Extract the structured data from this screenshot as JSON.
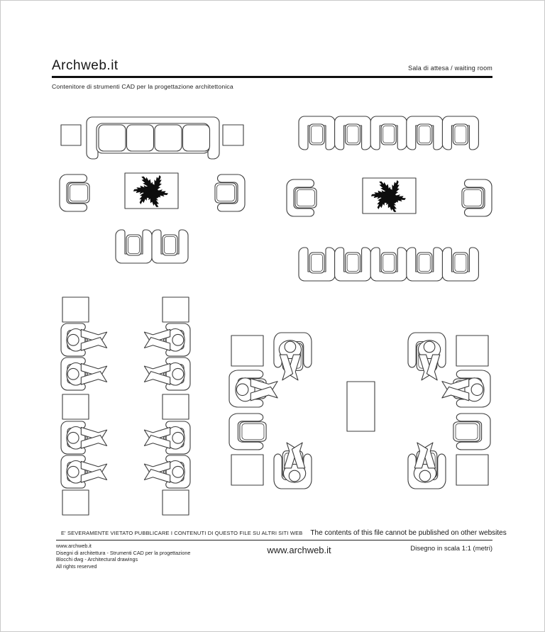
{
  "colors": {
    "line": "#3d3d3d",
    "plant": "#0d0d0d",
    "header_rule": "#101010",
    "text": "#1a1a1a",
    "page_border": "#c9c9c9"
  },
  "header": {
    "title": "Archweb.it",
    "category": "Sala di attesa  /  waiting room",
    "tagline": "Contenitore di strumenti CAD per la progettazione architettonica"
  },
  "drawing": {
    "groups": [
      "sofa-lounge-group",
      "five-chair-lounge-group",
      "waiting-rows-group",
      "armchair-cluster-group"
    ],
    "symbols": [
      "four-seat-sofa",
      "side-table",
      "armchair",
      "coffee-table-with-plant",
      "five-chair-row",
      "two-seat-bench",
      "seated-person",
      "rectangular-table"
    ]
  },
  "footer": {
    "disclaimer_it": "E' SEVERAMENTE VIETATO PUBBLICARE I CONTENUTI DI QUESTO FILE SU ALTRI SITI WEB",
    "disclaimer_en": "The contents of this file cannot be published on other websites",
    "info_lines": [
      "www.archweb.it",
      "Disegni di architettura - Strumenti CAD  per la progettazione",
      "Blocchi dwg - Architectural drawings",
      "All rights reserved"
    ],
    "site": "www.archweb.it",
    "scale_note": "Disegno in scala 1:1 (metri)"
  }
}
